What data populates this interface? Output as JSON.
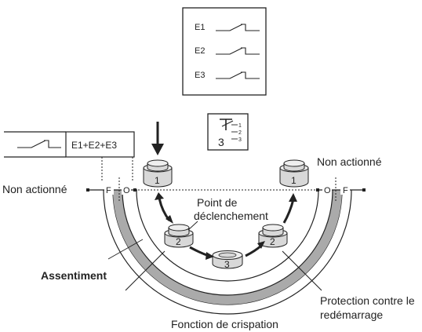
{
  "legend_box": {
    "rows": [
      {
        "label": "E1"
      },
      {
        "label": "E2"
      },
      {
        "label": "E3"
      }
    ]
  },
  "combined_switch": {
    "label": "E1+E2+E3"
  },
  "symbol_box": {
    "center_label": "3",
    "pins": [
      "1",
      "2",
      "3"
    ]
  },
  "left_stop": {
    "label": "Non actionné",
    "open_mark": "F",
    "closed_mark": "O"
  },
  "right_stop": {
    "label": "Non actionné",
    "open_mark": "O",
    "closed_mark": "F"
  },
  "buttons": [
    {
      "stage": "1"
    },
    {
      "stage": "2"
    },
    {
      "stage": "3"
    },
    {
      "stage": "2"
    },
    {
      "stage": "1"
    }
  ],
  "annotations": {
    "trigger_point_line1": "Point de",
    "trigger_point_line2": "déclenchement",
    "assentiment": "Assentiment",
    "restart_line1": "Protection contre le",
    "restart_line2": "redémarrage",
    "crispation": "Fonction de crispation"
  },
  "colors": {
    "ink": "#222222",
    "track_gray": "#aaaaaa",
    "button_fill": "#d8d8d8",
    "button_top": "#eeeeee"
  }
}
